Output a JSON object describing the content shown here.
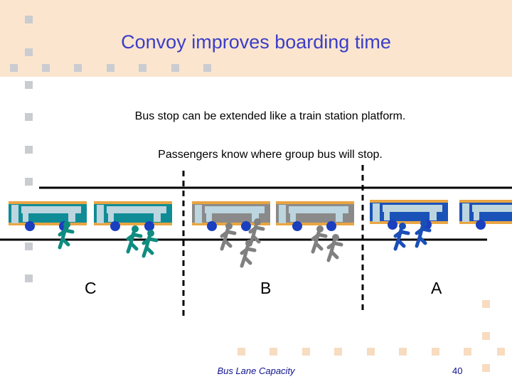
{
  "slide": {
    "title": "Convoy improves boarding time",
    "bullets": [
      "Bus stop can be extended like a train station platform.",
      "Passengers know where group bus will stop."
    ],
    "zone_labels": [
      "C",
      "B",
      "A"
    ],
    "footer": "Bus Lane Capacity",
    "page_number": "40"
  },
  "colors": {
    "title": "#3b3ec6",
    "header_band": "#fbe5cf",
    "bus_teal": "#0f8c96",
    "bus_gray": "#8a8a8a",
    "bus_blue": "#1a52b8",
    "bus_roof": "#e9a542",
    "wheel": "#1a3fbf",
    "passenger_teal": "#0f8c80",
    "passenger_gray": "#808080",
    "passenger_blue": "#1a4fb8"
  },
  "icons": {
    "bus": "bus-icon",
    "passenger": "running-person-icon"
  }
}
